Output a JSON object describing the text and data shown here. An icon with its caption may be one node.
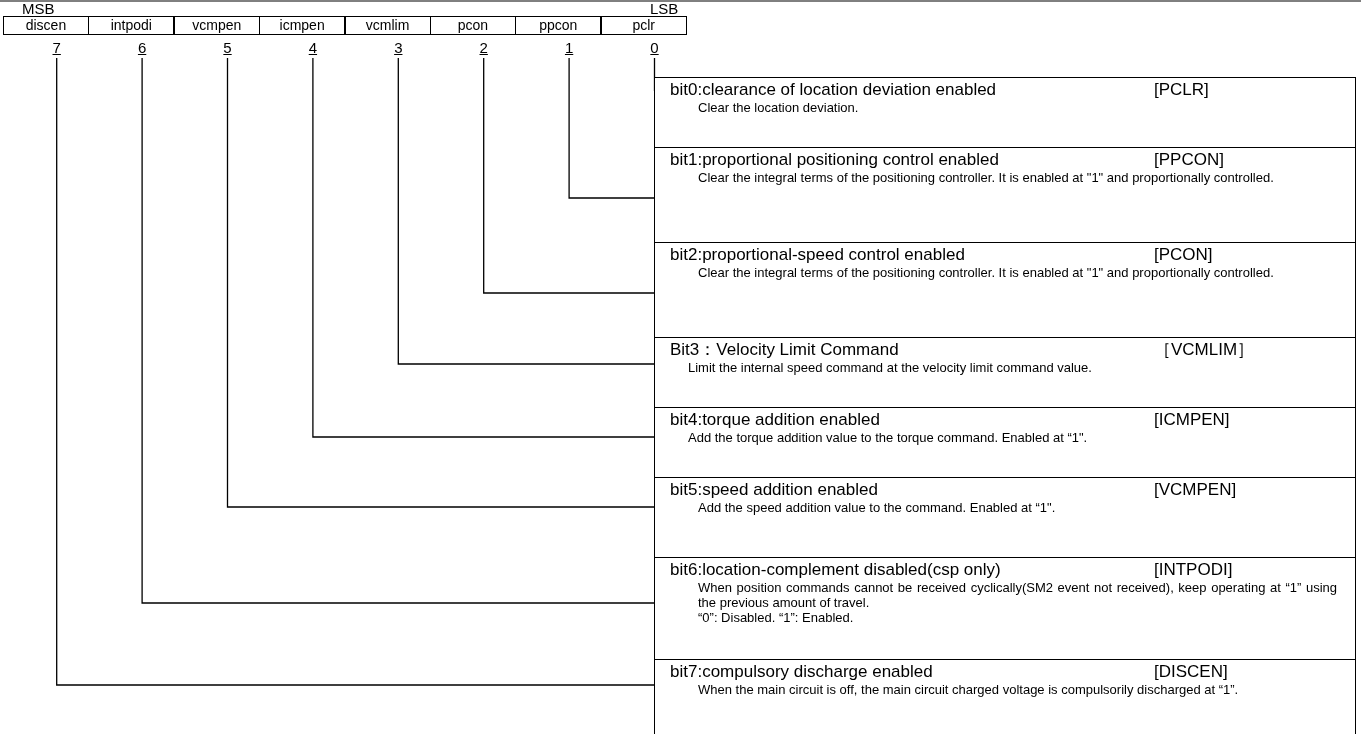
{
  "diagram": {
    "nodes": [
      {
        "text": [
          "discen"
        ]
      },
      {
        "text": [
          "intpodi"
        ]
      },
      {
        "text": [
          "vcmpen"
        ]
      },
      {
        "text": [
          "icmpen"
        ]
      },
      {
        "text": [
          "vcmlim"
        ]
      },
      {
        "text": [
          "pcon"
        ]
      },
      {
        "text": [
          "ppcon"
        ]
      },
      {
        "text": [
          "pclr"
        ]
      },
      {
        "text": [
          "7"
        ]
      },
      {
        "text": [
          "6"
        ]
      },
      {
        "text": [
          "5"
        ]
      },
      {
        "text": [
          "4"
        ]
      },
      {
        "text": [
          "3"
        ]
      },
      {
        "text": [
          "2"
        ]
      },
      {
        "text": [
          "1"
        ]
      },
      {
        "text": [
          "0"
        ]
      },
      {
        "text": [
          "bit0:clearance of location deviation enabled",
          "[PCLR]",
          "Clear the location deviation."
        ]
      },
      {
        "text": [
          "bit1:proportional positioning control enabled",
          "[PPCON]",
          "Clear the integral terms of the positioning controller. It is enabled at \"1\" and proportionally controlled."
        ]
      },
      {
        "text": [
          "bit2:proportional-speed control enabled",
          "[PCON]",
          "Clear the integral terms of the positioning controller. It is enabled at \"1\" and proportionally controlled."
        ]
      },
      {
        "text": [
          "Bit3：Velocity Limit Command",
          "［VCMLIM］",
          "Limit the internal speed command at the velocity limit command value."
        ]
      },
      {
        "text": [
          "bit4:torque addition enabled",
          "[ICMPEN]",
          "Add the torque addition value to the torque command. Enabled at “1\"."
        ]
      },
      {
        "text": [
          "bit5:speed addition enabled",
          "[VCMPEN]",
          "Add the speed addition value to the command. Enabled at “1\"."
        ]
      },
      {
        "text": [
          "bit6:location-complement disabled(csp only)",
          "[INTPODI]",
          "When position commands cannot be received cyclically(SM2 event not received), keep operating at “1” using the previous amount of travel.",
          "“0”: Disabled. “1”: Enabled."
        ]
      },
      {
        "text": [
          "bit7:compulsory discharge enabled",
          "[DISCEN]",
          "When the main circuit is off, the main circuit charged voltage is compulsorily discharged at “1”."
        ]
      }
    ],
    "edges": [
      {
        "from": 15,
        "to": 16,
        "arrow": "none"
      },
      {
        "from": 14,
        "to": 17,
        "arrow": "none"
      },
      {
        "from": 13,
        "to": 18,
        "arrow": "none"
      },
      {
        "from": 12,
        "to": 19,
        "arrow": "none"
      },
      {
        "from": 11,
        "to": 20,
        "arrow": "none"
      },
      {
        "from": 10,
        "to": 21,
        "arrow": "none"
      },
      {
        "from": 9,
        "to": 22,
        "arrow": "none"
      },
      {
        "from": 8,
        "to": 23,
        "arrow": "none"
      }
    ],
    "labels": [
      "MSB",
      "LSB"
    ]
  }
}
